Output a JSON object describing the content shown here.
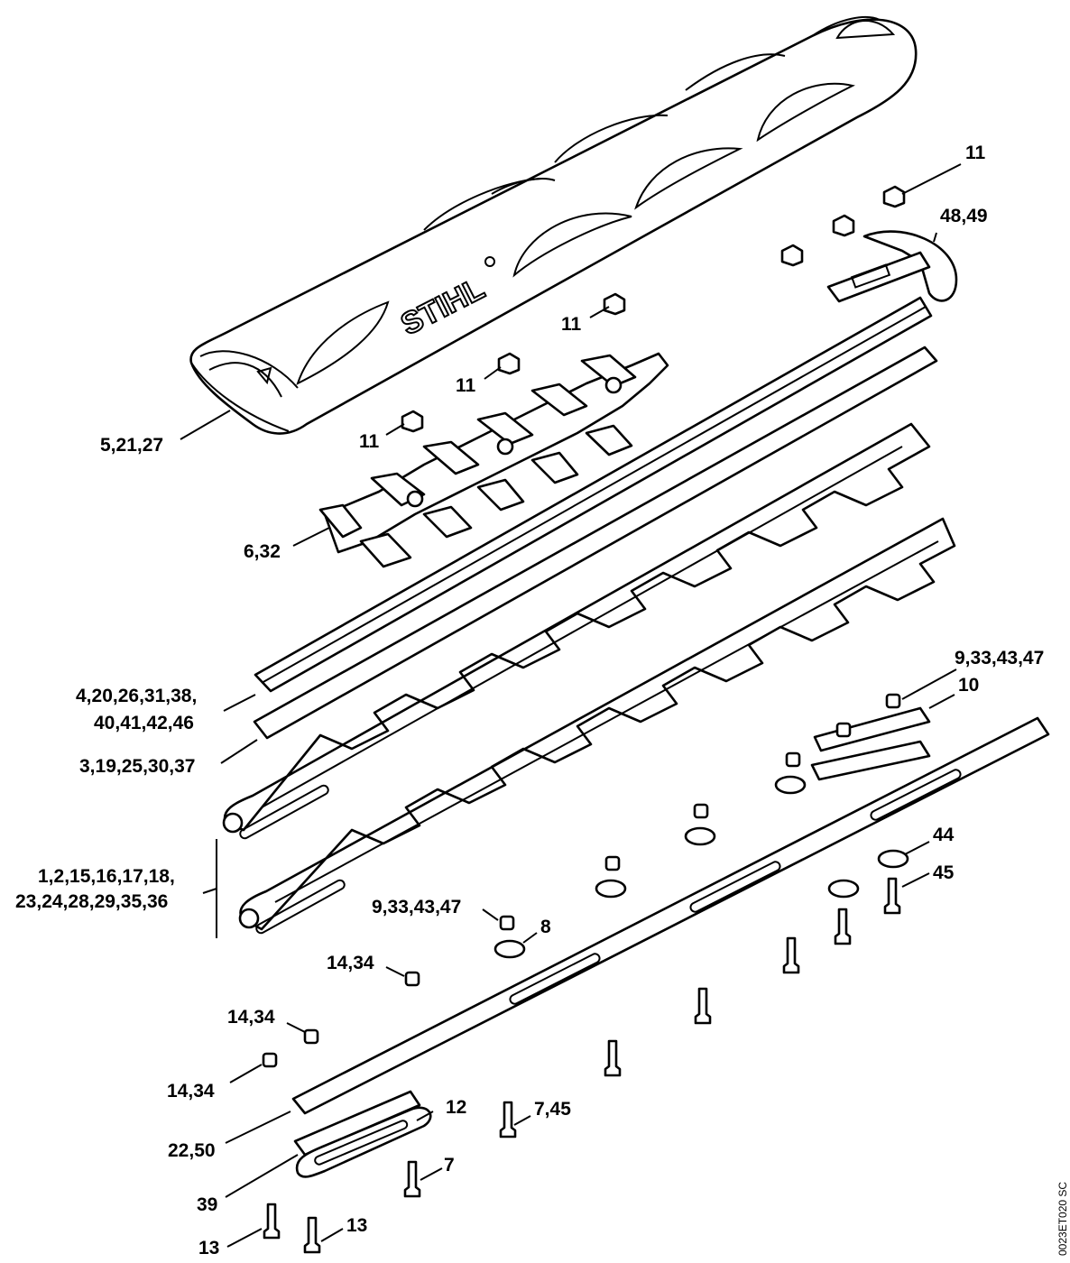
{
  "drawing_code": "0023ET020 SC",
  "brand_logo": "STIHL",
  "callouts": [
    {
      "id": "c-11-a",
      "text": "11"
    },
    {
      "id": "c-48-49",
      "text": "48,49"
    },
    {
      "id": "c-11-b",
      "text": "11"
    },
    {
      "id": "c-11-c",
      "text": "11"
    },
    {
      "id": "c-11-d",
      "text": "11"
    },
    {
      "id": "c-5-21-27",
      "text": "5,21,27"
    },
    {
      "id": "c-6-32",
      "text": "6,32"
    },
    {
      "id": "c-4-20-l1",
      "text": "4,20,26,31,38,"
    },
    {
      "id": "c-4-20-l2",
      "text": "40,41,42,46"
    },
    {
      "id": "c-3-19",
      "text": "3,19,25,30,37"
    },
    {
      "id": "c-9-33-a",
      "text": "9,33,43,47"
    },
    {
      "id": "c-10",
      "text": "10"
    },
    {
      "id": "c-1-2-l1",
      "text": "1,2,15,16,17,18,"
    },
    {
      "id": "c-1-2-l2",
      "text": "23,24,28,29,35,36"
    },
    {
      "id": "c-44",
      "text": "44"
    },
    {
      "id": "c-45",
      "text": "45"
    },
    {
      "id": "c-9-33-b",
      "text": "9,33,43,47"
    },
    {
      "id": "c-8",
      "text": "8"
    },
    {
      "id": "c-14-34-a",
      "text": "14,34"
    },
    {
      "id": "c-14-34-b",
      "text": "14,34"
    },
    {
      "id": "c-14-34-c",
      "text": "14,34"
    },
    {
      "id": "c-22-50",
      "text": "22,50"
    },
    {
      "id": "c-12",
      "text": "12"
    },
    {
      "id": "c-7-45",
      "text": "7,45"
    },
    {
      "id": "c-39",
      "text": "39"
    },
    {
      "id": "c-7",
      "text": "7"
    },
    {
      "id": "c-13-a",
      "text": "13"
    },
    {
      "id": "c-13-b",
      "text": "13"
    }
  ]
}
